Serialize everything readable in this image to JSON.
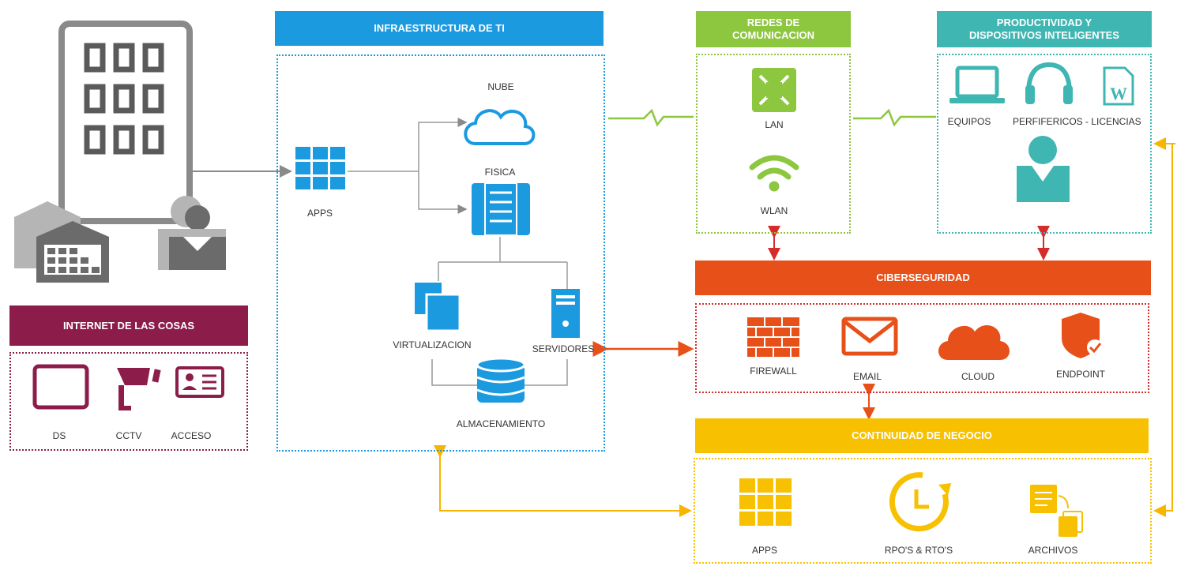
{
  "headers": {
    "infra": "INFRAESTRUCTURA DE TI",
    "redes_line1": "REDES DE",
    "redes_line2": "COMUNICACION",
    "prod_line1": "PRODUCTIVIDAD Y",
    "prod_line2": "DISPOSITIVOS INTELIGENTES",
    "iot": "INTERNET DE LAS COSAS",
    "ciber": "CIBERSEGURIDAD",
    "continuidad": "CONTINUIDAD DE NEGOCIO"
  },
  "infra": {
    "apps": "APPS",
    "nube": "NUBE",
    "fisica": "FISICA",
    "virtualizacion": "VIRTUALIZACION",
    "servidores": "SERVIDORES",
    "almacenamiento": "ALMACENAMIENTO"
  },
  "redes": {
    "lan": "LAN",
    "wlan": "WLAN"
  },
  "productividad": {
    "equipos": "EQUIPOS",
    "perifericos": "PERFIFERICOS -",
    "licencias": "LICENCIAS"
  },
  "iot": {
    "ds": "DS",
    "cctv": "CCTV",
    "acceso": "ACCESO"
  },
  "ciber": {
    "firewall": "FIREWALL",
    "email": "EMAIL",
    "cloud": "CLOUD",
    "endpoint": "ENDPOINT"
  },
  "continuidad": {
    "apps": "APPS",
    "rpo": "RPO'S & RTO'S",
    "archivos": "ARCHIVOS"
  },
  "colors": {
    "infra": "#1b9ae0",
    "redes": "#8dc63f",
    "prod": "#3fb6b2",
    "iot": "#8c1d4a",
    "ciber": "#e8501a",
    "continuidad": "#f7c000",
    "gray": "#8a8a8a"
  }
}
